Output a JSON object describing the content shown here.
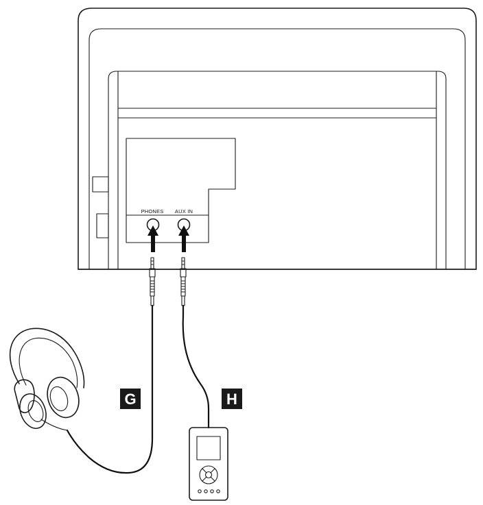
{
  "ports": {
    "phones_label": "PHONES",
    "aux_in_label": "AUX IN"
  },
  "callouts": {
    "headphones_badge": "G",
    "player_badge": "H"
  },
  "icons": {
    "headphones": "headphones-icon",
    "player": "portable-media-player-icon",
    "arrow": "arrow-up-icon",
    "plug": "audio-plug-icon"
  },
  "colors": {
    "line": "#1a1a1a",
    "badge": "#1a1a1a"
  }
}
